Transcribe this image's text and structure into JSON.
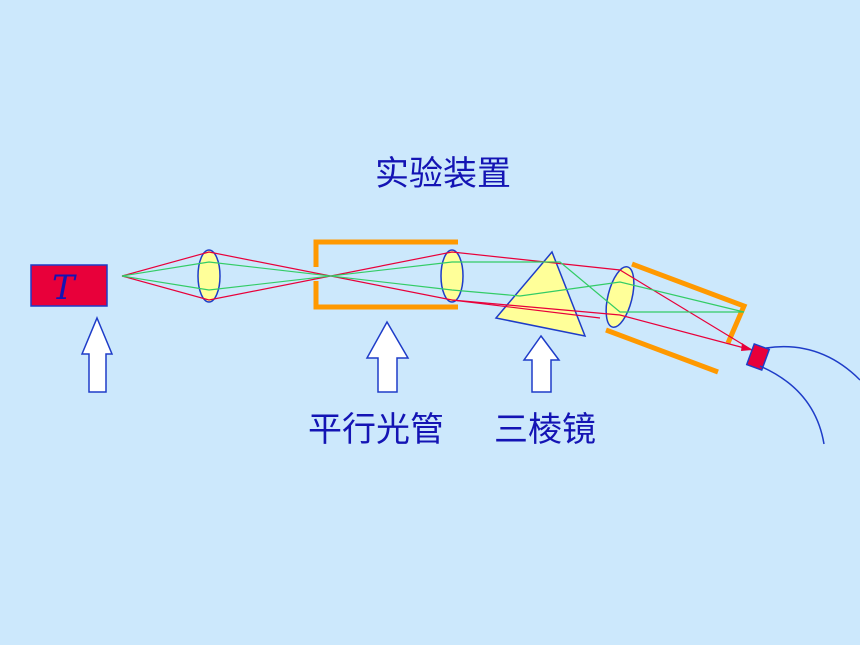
{
  "title": "实验装置",
  "source": {
    "letter": "T"
  },
  "labels": {
    "collimator": "平行光管",
    "prism": "三棱镜"
  },
  "colors": {
    "background": "#cce8fc",
    "text": "#1414b4",
    "source_fill": "#e8003a",
    "lens_fill": "#ffff99",
    "tube": "#ff9900",
    "ray_red": "#e8003a",
    "ray_green": "#33cc66",
    "arrow_fill": "#ffffff",
    "arrow_stroke": "#1e3cc8",
    "detector_curve": "#1e3cc8"
  },
  "icons": [
    "up-arrow-icon"
  ]
}
